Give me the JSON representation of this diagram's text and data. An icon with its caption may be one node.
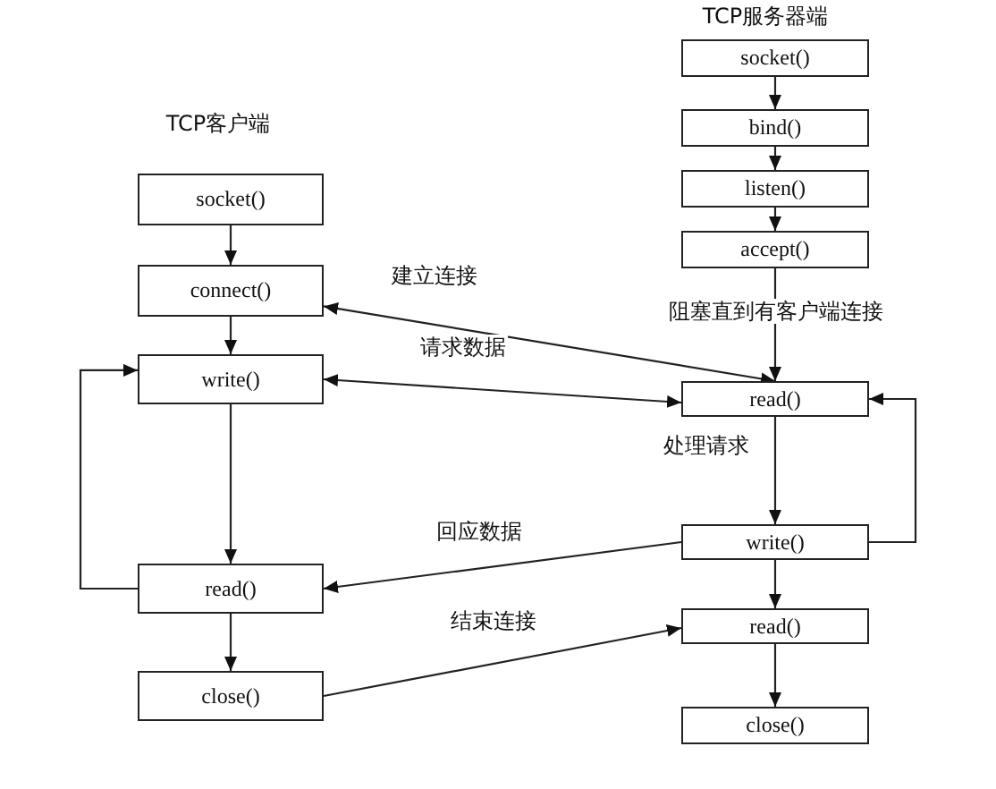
{
  "diagram": {
    "nodes": [
      {
        "text": [
          "socket()"
        ]
      },
      {
        "text": [
          "connect()"
        ]
      },
      {
        "text": [
          "write()"
        ]
      },
      {
        "text": [
          "read()"
        ]
      },
      {
        "text": [
          "close()"
        ]
      },
      {
        "text": [
          "socket()"
        ]
      },
      {
        "text": [
          "bind()"
        ]
      },
      {
        "text": [
          "listen()"
        ]
      },
      {
        "text": [
          "accept()"
        ]
      },
      {
        "text": [
          "read()"
        ]
      },
      {
        "text": [
          "write()"
        ]
      },
      {
        "text": [
          "read()"
        ]
      },
      {
        "text": [
          "close()"
        ]
      }
    ],
    "edges": [
      {
        "from": 0,
        "to": 1,
        "arrow": "to"
      },
      {
        "from": 1,
        "to": 2,
        "arrow": "to"
      },
      {
        "from": 2,
        "to": 3,
        "arrow": "to"
      },
      {
        "from": 3,
        "to": 4,
        "arrow": "to"
      },
      {
        "from": 3,
        "to": 2,
        "arrow": "to"
      },
      {
        "from": 5,
        "to": 6,
        "arrow": "to"
      },
      {
        "from": 6,
        "to": 7,
        "arrow": "to"
      },
      {
        "from": 7,
        "to": 8,
        "arrow": "to"
      },
      {
        "from": 8,
        "to": 9,
        "arrow": "to",
        "label": "阻塞直到有客户端连接"
      },
      {
        "from": 9,
        "to": 10,
        "arrow": "to",
        "label": "处理请求"
      },
      {
        "from": 10,
        "to": 9,
        "arrow": "to"
      },
      {
        "from": 10,
        "to": 11,
        "arrow": "to"
      },
      {
        "from": 11,
        "to": 12,
        "arrow": "to"
      },
      {
        "from": 1,
        "to": 9,
        "arrow": "both",
        "label": "建立连接"
      },
      {
        "from": 2,
        "to": 9,
        "arrow": "both",
        "label": "请求数据"
      },
      {
        "from": 10,
        "to": 3,
        "arrow": "to",
        "label": "回应数据"
      },
      {
        "from": 4,
        "to": 11,
        "arrow": "to",
        "label": "结束连接"
      }
    ],
    "labels": [
      "TCP服务器端",
      "TCP客户端"
    ]
  }
}
